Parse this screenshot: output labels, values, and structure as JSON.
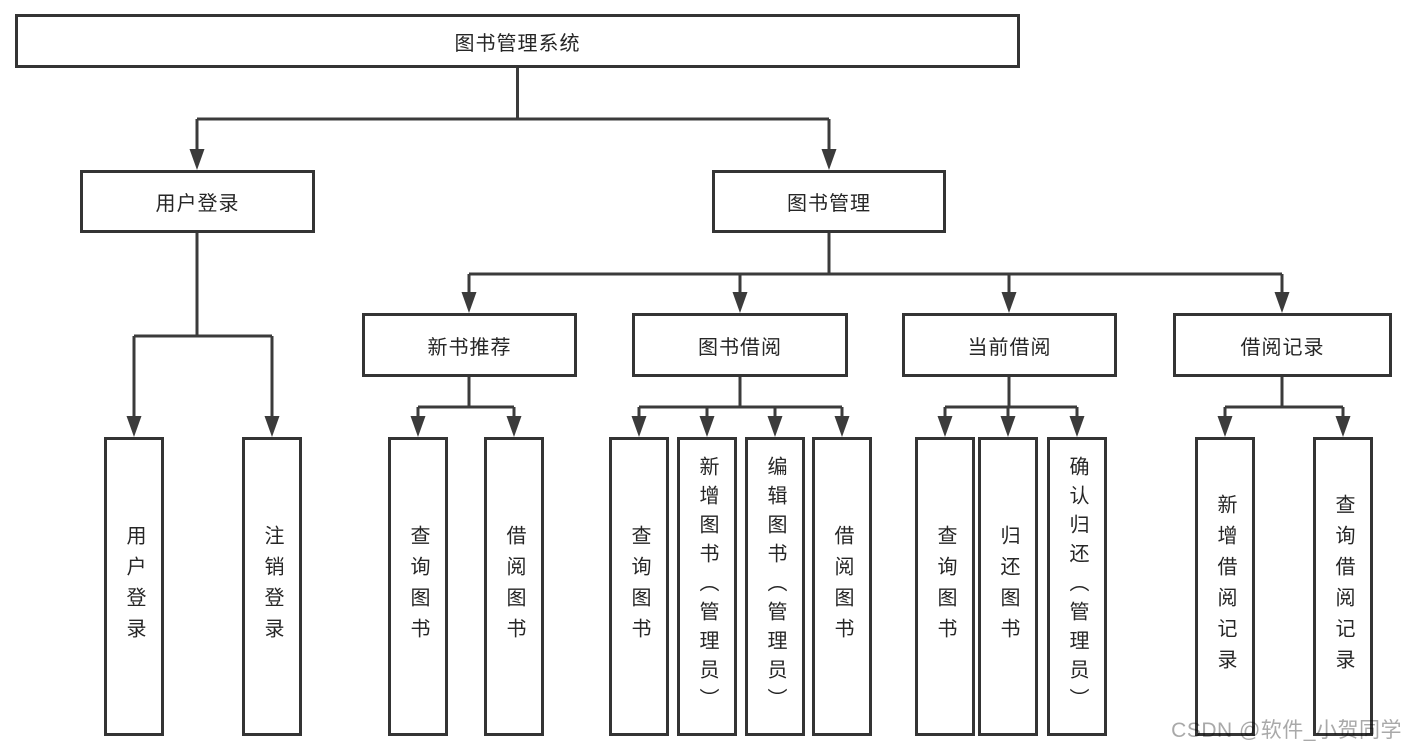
{
  "colors": {
    "line": "#3b3b3b",
    "box_border": "#343434",
    "text": "#262626",
    "watermark": "#a9a9a9",
    "background": "#ffffff"
  },
  "diagram": {
    "type": "hierarchy-tree",
    "nodes": {
      "root": {
        "label": "图书管理系统"
      },
      "user_login": {
        "label": "用户登录"
      },
      "book_management": {
        "label": "图书管理"
      },
      "new_book_recommend": {
        "label": "新书推荐"
      },
      "book_borrowing": {
        "label": "图书借阅"
      },
      "current_borrowing": {
        "label": "当前借阅"
      },
      "borrowing_records": {
        "label": "借阅记录"
      },
      "leaf_user_login": {
        "label": "用户登录"
      },
      "leaf_logout_login": {
        "label": "注销登录"
      },
      "leaf_query_books_recommend": {
        "label": "查询图书"
      },
      "leaf_borrow_books_recommend": {
        "label": "借阅图书"
      },
      "leaf_query_books_borrowing": {
        "label": "查询图书"
      },
      "leaf_add_books_admin": {
        "label": "新增图书（管理员）"
      },
      "leaf_edit_books_admin": {
        "label": "编辑图书（管理员）"
      },
      "leaf_borrow_books_borrowing": {
        "label": "借阅图书"
      },
      "leaf_query_books_current": {
        "label": "查询图书"
      },
      "leaf_return_books": {
        "label": "归还图书"
      },
      "leaf_confirm_return_admin": {
        "label": "确认归还（管理员）"
      },
      "leaf_add_borrow_record": {
        "label": "新增借阅记录"
      },
      "leaf_query_borrow_record": {
        "label": "查询借阅记录"
      }
    },
    "edges": [
      {
        "from": "root",
        "to": [
          "user_login",
          "book_management"
        ]
      },
      {
        "from": "user_login",
        "to": [
          "leaf_user_login",
          "leaf_logout_login"
        ]
      },
      {
        "from": "book_management",
        "to": [
          "new_book_recommend",
          "book_borrowing",
          "current_borrowing",
          "borrowing_records"
        ]
      },
      {
        "from": "new_book_recommend",
        "to": [
          "leaf_query_books_recommend",
          "leaf_borrow_books_recommend"
        ]
      },
      {
        "from": "book_borrowing",
        "to": [
          "leaf_query_books_borrowing",
          "leaf_add_books_admin",
          "leaf_edit_books_admin",
          "leaf_borrow_books_borrowing"
        ]
      },
      {
        "from": "current_borrowing",
        "to": [
          "leaf_query_books_current",
          "leaf_return_books",
          "leaf_confirm_return_admin"
        ]
      },
      {
        "from": "borrowing_records",
        "to": [
          "leaf_add_borrow_record",
          "leaf_query_borrow_record"
        ]
      }
    ]
  },
  "watermark": {
    "text": "CSDN @软件_小贺同学"
  }
}
